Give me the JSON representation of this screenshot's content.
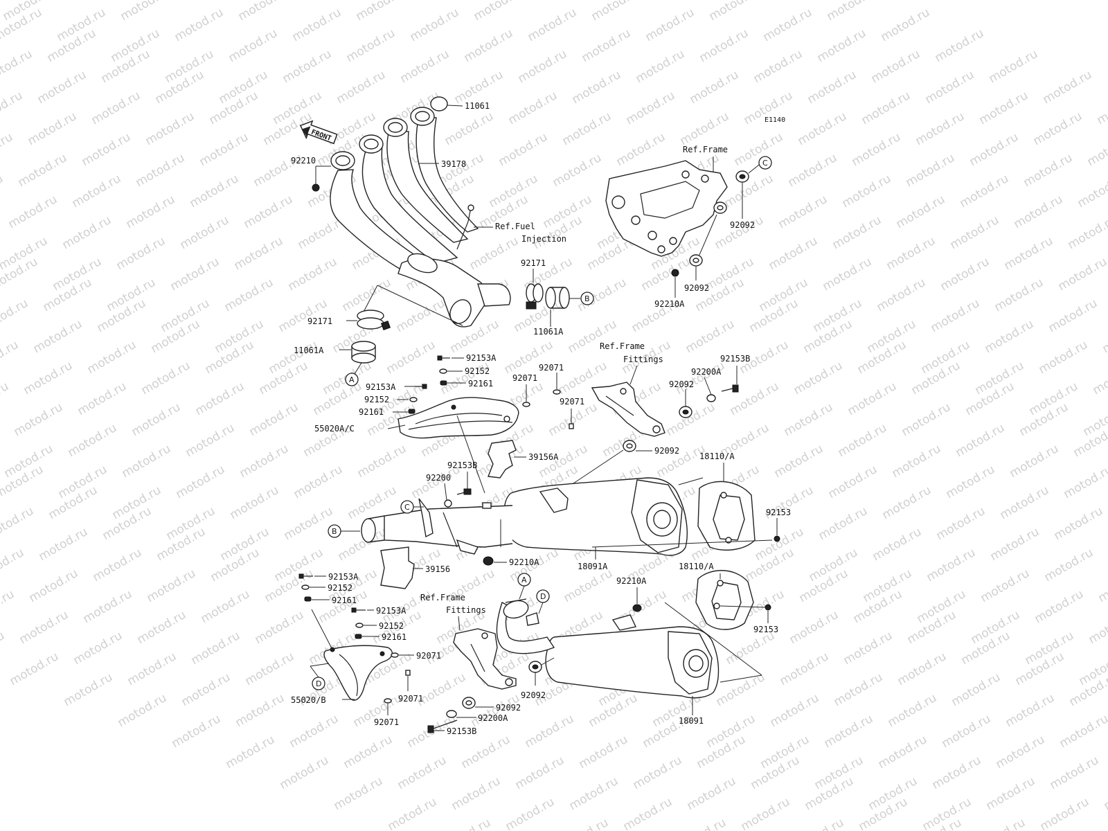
{
  "diagram_code": "E1140",
  "watermark_text": "motod.ru",
  "front_arrow_text": "FRONT",
  "labels": {
    "p11061": "11061",
    "p39178": "39178",
    "p92210": "92210",
    "refFuel1": "Ref.Fuel",
    "refFuel2": "Injection",
    "p92171a": "92171",
    "p11061Aa": "11061A",
    "p92171b": "92171",
    "p11061Ab": "11061A",
    "refFrameTop": "Ref.Frame",
    "p92092a": "92092",
    "p92092b": "92092",
    "p92210Aa": "92210A",
    "p92153Aa": "92153A",
    "p92152a": "92152",
    "p92161a": "92161",
    "p92153Ab": "92153A",
    "p92152b": "92152",
    "p92161b": "92161",
    "p55020AC": "55020A/C",
    "p92071a": "92071",
    "p92071b": "92071",
    "p92071c": "92071",
    "refFrameFit1a": "Ref.Frame",
    "refFrameFit1b": "Fittings",
    "p92153Ba": "92153B",
    "p92200Aa": "92200A",
    "p92092c": "92092",
    "p92092d": "92092",
    "p18110Aa": "18110/A",
    "p39156A": "39156A",
    "p92153Bb": "92153B",
    "p92200": "92200",
    "p92153a": "92153",
    "p92210Ab": "92210A",
    "p18091A": "18091A",
    "p39156": "39156",
    "p18110Ab": "18110/A",
    "p92210Ac": "92210A",
    "p92153Ac": "92153A",
    "p92152c": "92152",
    "p92161c": "92161",
    "refFrameFit2a": "Ref.Frame",
    "refFrameFit2b": "Fittings",
    "p92153Ad": "92153A",
    "p92152d": "92152",
    "p92161d": "92161",
    "p92071d": "92071",
    "p92071e": "92071",
    "p55020B": "55020/B",
    "p92071f": "92071",
    "p92153b": "92153",
    "p92092e": "92092",
    "p92092f": "92092",
    "p92200Ab": "92200A",
    "p92153Bc": "92153B",
    "p18091": "18091"
  },
  "callouts": {
    "A1": "A",
    "B1": "B",
    "C1": "C",
    "C2": "C",
    "B2": "B",
    "A2": "A",
    "D1": "D",
    "D2": "D"
  }
}
